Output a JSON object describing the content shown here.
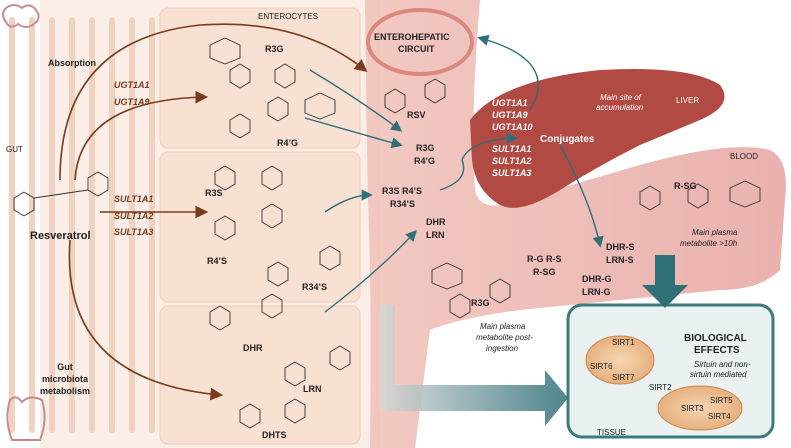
{
  "labels": {
    "enterocytes": "ENTEROCYTES",
    "gut": "GUT",
    "absorption": "Absorption",
    "resveratrol": "Resveratrol",
    "gut_microbiota_1": "Gut",
    "gut_microbiota_2": "microbiota",
    "gut_microbiota_3": "metabolism",
    "enterohepatic_1": "ENTEROHEPATIC",
    "enterohepatic_2": "CIRCUIT",
    "liver": "LIVER",
    "liver_note_1": "Main site of",
    "liver_note_2": "accumulation",
    "conjugates": "Conjugates",
    "blood": "BLOOD",
    "blood_note_1": "Main plasma",
    "blood_note_2": "metabolite >10h",
    "plasma_note_1": "Main plasma",
    "plasma_note_2": "metabolite post-",
    "plasma_note_3": "ingestion",
    "tissue": "TISSUE",
    "bio_effects_1": "BIOLOGICAL",
    "bio_effects_2": "EFFECTS",
    "bio_note_1": "Sirtuin and non-",
    "bio_note_2": "sirtuin mediated"
  },
  "enzymes": {
    "ugt1a1": "UGT1A1",
    "ugt1a9": "UGT1A9",
    "ugt1a10": "UGT1A10",
    "sult1a1": "SULT1A1",
    "sult1a2": "SULT1A2",
    "sult1a3": "SULT1A3"
  },
  "metabolites": {
    "r3g": "R3G",
    "r4g": "R4’G",
    "r3s": "R3S",
    "r4s": "R4’S",
    "r34s": "R34’S",
    "dhr": "DHR",
    "lrn": "LRN",
    "dhts": "DHTS",
    "rsv": "RSV",
    "r_sg": "R-SG",
    "r3g_blood": "R3G"
  },
  "circulation": {
    "r3g_r4g_1": "R3G",
    "r3g_r4g_2": "R4’G",
    "r3s_r4s": "R3S R4’S",
    "r34s": "R34’S",
    "dhr": "DHR",
    "lrn": "LRN",
    "rg_rs": "R-G R-S",
    "r_sg": "R-SG",
    "dhr_s": "DHR-S",
    "lrn_s": "LRN-S",
    "dhr_g": "DHR-G",
    "lrn_g": "LRN-G"
  },
  "sirtuins": {
    "sirt1": "SIRT1",
    "sirt2": "SIRT2",
    "sirt3": "SIRT3",
    "sirt4": "SIRT4",
    "sirt5": "SIRT5",
    "sirt6": "SIRT6",
    "sirt7": "SIRT7"
  },
  "colors": {
    "enterocyte_bg": "#f8e3d6",
    "vessel": "#e3a4a0",
    "liver": "#b24a44",
    "tissue_border": "#3c7a7c",
    "arrow_brown": "#7a3b1c",
    "arrow_teal": "#2e6f78"
  }
}
